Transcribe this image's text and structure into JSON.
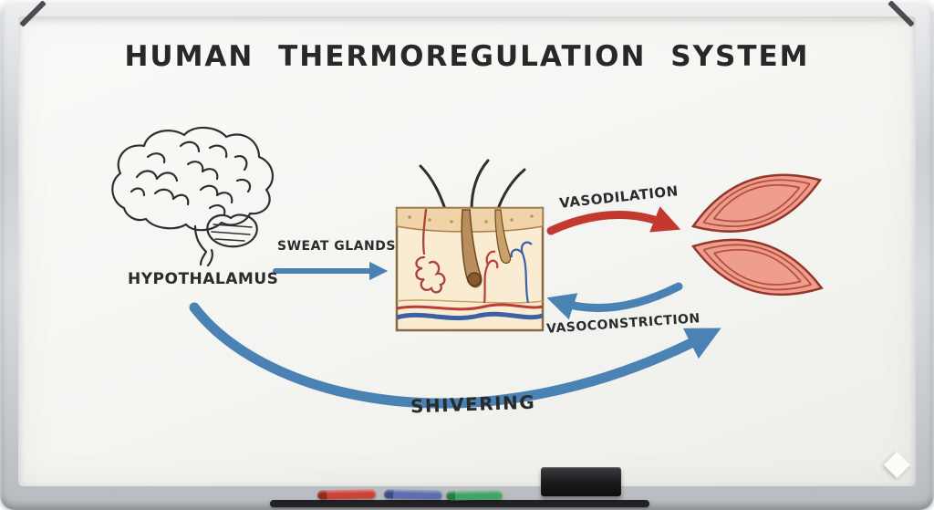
{
  "title": "HUMAN THERMOREGULATION SYSTEM",
  "labels": {
    "hypothalamus": "HYPOTHALAMUS",
    "sweat_glands": "SWEAT GLANDS",
    "vasodilation": "VASODILATION",
    "vasoconstriction": "VASOCONSTRICTION",
    "shivering": "SHIVERING"
  },
  "diagram": {
    "nodes": [
      "hypothalamus-brain",
      "skin-cross-section",
      "muscle-fibers"
    ],
    "edges": [
      {
        "from": "hypothalamus-brain",
        "to": "skin-cross-section",
        "label": "SWEAT GLANDS",
        "color": "blue"
      },
      {
        "from": "skin-cross-section",
        "to": "muscle-fibers",
        "label": "VASODILATION",
        "color": "red"
      },
      {
        "from": "muscle-fibers",
        "to": "skin-cross-section",
        "label": "VASOCONSTRICTION",
        "color": "blue"
      },
      {
        "from": "hypothalamus-brain",
        "to": "muscle-fibers",
        "label": "SHIVERING",
        "color": "blue"
      }
    ]
  },
  "colors": {
    "ink": "#2a2b2d",
    "arrow_blue": "#4a82b4",
    "arrow_red": "#c4392f",
    "muscle_fill": "#ef9e8e",
    "skin_fill": "#f9ecd2"
  },
  "tray": {
    "markers": [
      "red-marker",
      "blue-marker",
      "green-marker"
    ],
    "eraser": "black-eraser"
  }
}
